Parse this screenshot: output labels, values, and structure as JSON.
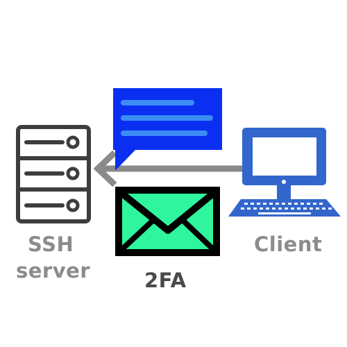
{
  "labels": {
    "server_line1": "SSH",
    "server_line2": "server",
    "client": "Client",
    "twofa": "2FA"
  },
  "colors": {
    "server": "#3d3d3d",
    "arrow": "#8a8a8a",
    "bubble": "#0a2ff0",
    "bubble_lines": "#3b8cf5",
    "client": "#3366cc",
    "envelope_fill": "#2ef59e",
    "envelope_stroke": "#000000",
    "label_gray": "#8c8c8c",
    "label_2fa": "#4a4a4a"
  },
  "icons": {
    "server": "server-rack-icon",
    "message": "chat-bubble-icon",
    "mail": "envelope-icon",
    "client": "desktop-computer-icon",
    "arrow": "arrow-left-icon"
  }
}
